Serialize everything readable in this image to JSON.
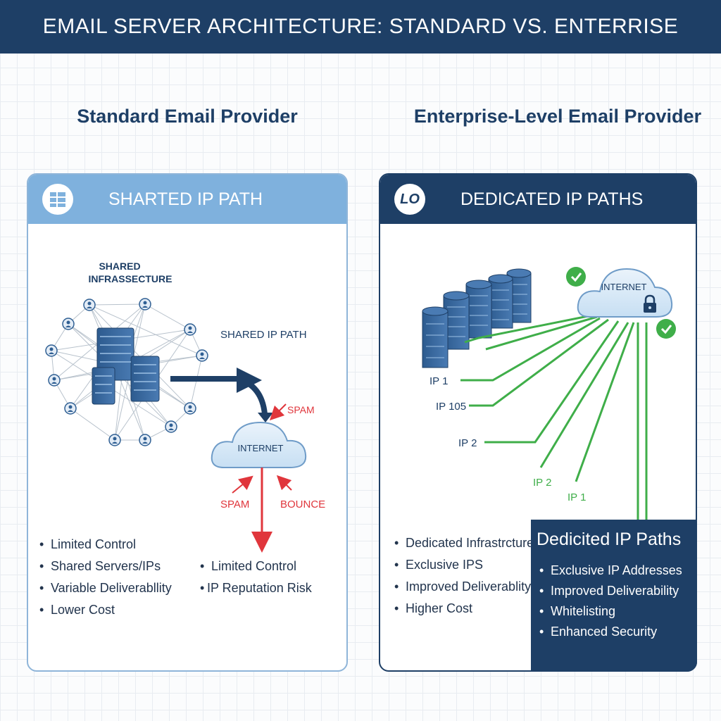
{
  "title": "EMAIL SERVER ARCHITECTURE: STANDARD VS. ENTERRISE",
  "left": {
    "heading": "Standard Email Provider",
    "panel_title": "SHARTED IP PATH",
    "infra_label_line1": "SHARED",
    "infra_label_line2": "INFRASSECTURE",
    "path_label": "SHARED IP PATH",
    "internet_label": "INTERNET",
    "spam_label_top": "SPAM",
    "spam_label_bottom": "SPAM",
    "bounce_label": "BOUNCE",
    "bullets": [
      "Limited Control",
      "Shared Servers/IPs",
      "Variable Deliverabllity",
      "Lower Cost"
    ],
    "bullets_secondary": [
      "Limited Control",
      "IP Reputation Risk"
    ]
  },
  "right": {
    "heading": "Enterprise-Level Email Provider",
    "panel_title": "DEDICATED IP PATHS",
    "logo_text": "LO",
    "internet_label": "INTERNET",
    "ip_labels": [
      "IP 1",
      "IP 105",
      "IP 2",
      "IP 2",
      "IP 1"
    ],
    "bullets": [
      "Dedicated Infrastrcture",
      "Exclusive IPS",
      "Improved Deliverablity",
      "Higher Cost"
    ],
    "callout": {
      "title": "Dedicited IP Paths",
      "bullets": [
        "Exclusive IP Addresses",
        "Improved Deliverability",
        "Whitelisting",
        "Enhanced Security"
      ]
    }
  },
  "colors": {
    "navy": "#1e3f66",
    "light_blue": "#7fb1dd",
    "green": "#3fae49",
    "red": "#e0363c",
    "server_blue": "#2f5f93"
  }
}
